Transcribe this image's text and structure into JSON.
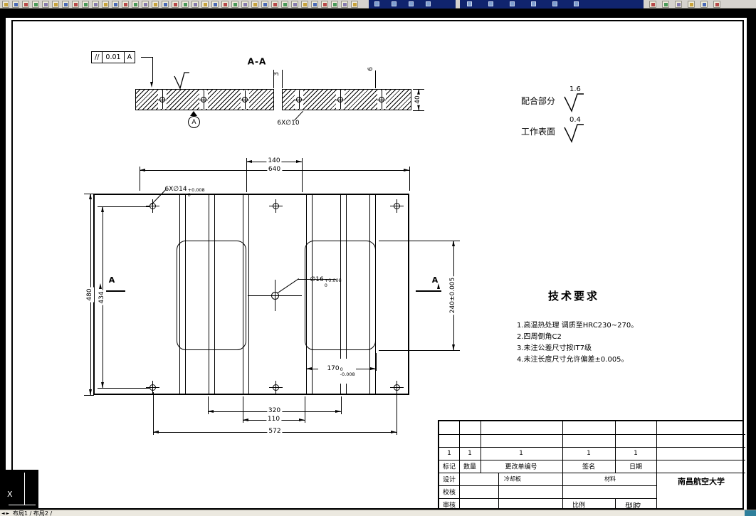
{
  "toolbar": {
    "icons": [
      "new-file-icon",
      "open-icon",
      "save-icon",
      "print-icon",
      "print-preview-icon",
      "find-icon",
      "cut-icon",
      "copy-icon",
      "paste-icon",
      "match-properties-icon",
      "undo-icon",
      "redo-icon",
      "pan-icon",
      "zoom-realtime-icon",
      "zoom-window-icon",
      "zoom-previous-icon",
      "properties-icon",
      "design-center-icon",
      "tool-palettes-icon",
      "layers-icon",
      "layer-control-icon",
      "color-control-icon",
      "linetype-icon",
      "lineweight-icon",
      "text-style-icon",
      "dim-style-icon",
      "table-style-icon",
      "snap-icon",
      "grid-icon",
      "ortho-icon",
      "polar-icon",
      "osnap-icon",
      "otrack-icon",
      "dyn-icon",
      "lwt-icon",
      "model-icon"
    ],
    "right_icons": [
      "zoom-in-icon",
      "zoom-out-icon",
      "zoom-extents-icon",
      "redraw-icon",
      "regen-icon",
      "help-icon"
    ]
  },
  "canvas": {
    "ucs_label": "X"
  },
  "drawing": {
    "section": {
      "title": "A-A",
      "tolerance_frame": {
        "symbol": "//",
        "value": "0.01",
        "datum": "A"
      },
      "datum_label": "A",
      "dim_thickness": "40",
      "dim_gap": "3",
      "dim_step": "6",
      "holes_label": "6X∅10"
    },
    "finish_legend": {
      "fit_label": "配合部分",
      "fit_value": "1.6",
      "work_label": "工作表面",
      "work_value": "0.4"
    },
    "plan": {
      "cut_label": "A",
      "holes_label": {
        "main": "6X∅14",
        "sup": "+0.008",
        "sub": "0"
      },
      "center_hole": {
        "main": "∅16",
        "sup": "+0.008",
        "sub": "0"
      },
      "dims": {
        "top_inner": "140",
        "top_outer": "640",
        "left_outer": "480",
        "left_inner": "434",
        "right_height": "240±0.005",
        "pocket_width": {
          "main": "170",
          "sup": "0",
          "sub": "-0.008"
        },
        "bottom_mid": "320",
        "bottom_inner": "110",
        "bottom_outer": "572"
      }
    },
    "tech_requirements": {
      "title": "技术要求",
      "items": [
        "1.高温热处理 调质至HRC230~270。",
        "2.四周倒角C2",
        "3.未注公差尺寸按IT7级",
        "4.未注长度尺寸允许偏差±0.005。"
      ]
    }
  },
  "titleblock": {
    "revision_ones": [
      "1",
      "1",
      "1",
      "1",
      "1"
    ],
    "headers": [
      "标记",
      "数量",
      "更改单编号",
      "签名",
      "日期"
    ],
    "row_labels": [
      "设计",
      "校核",
      "审核"
    ],
    "part_note": "冷却板",
    "material_label": "材料",
    "scale_label": "比例",
    "school": "南昌航空大学",
    "part_name": "型腔"
  },
  "statusbar": {
    "nav": "◄ ►",
    "tabs_text": "布局1 / 布局2 /"
  }
}
